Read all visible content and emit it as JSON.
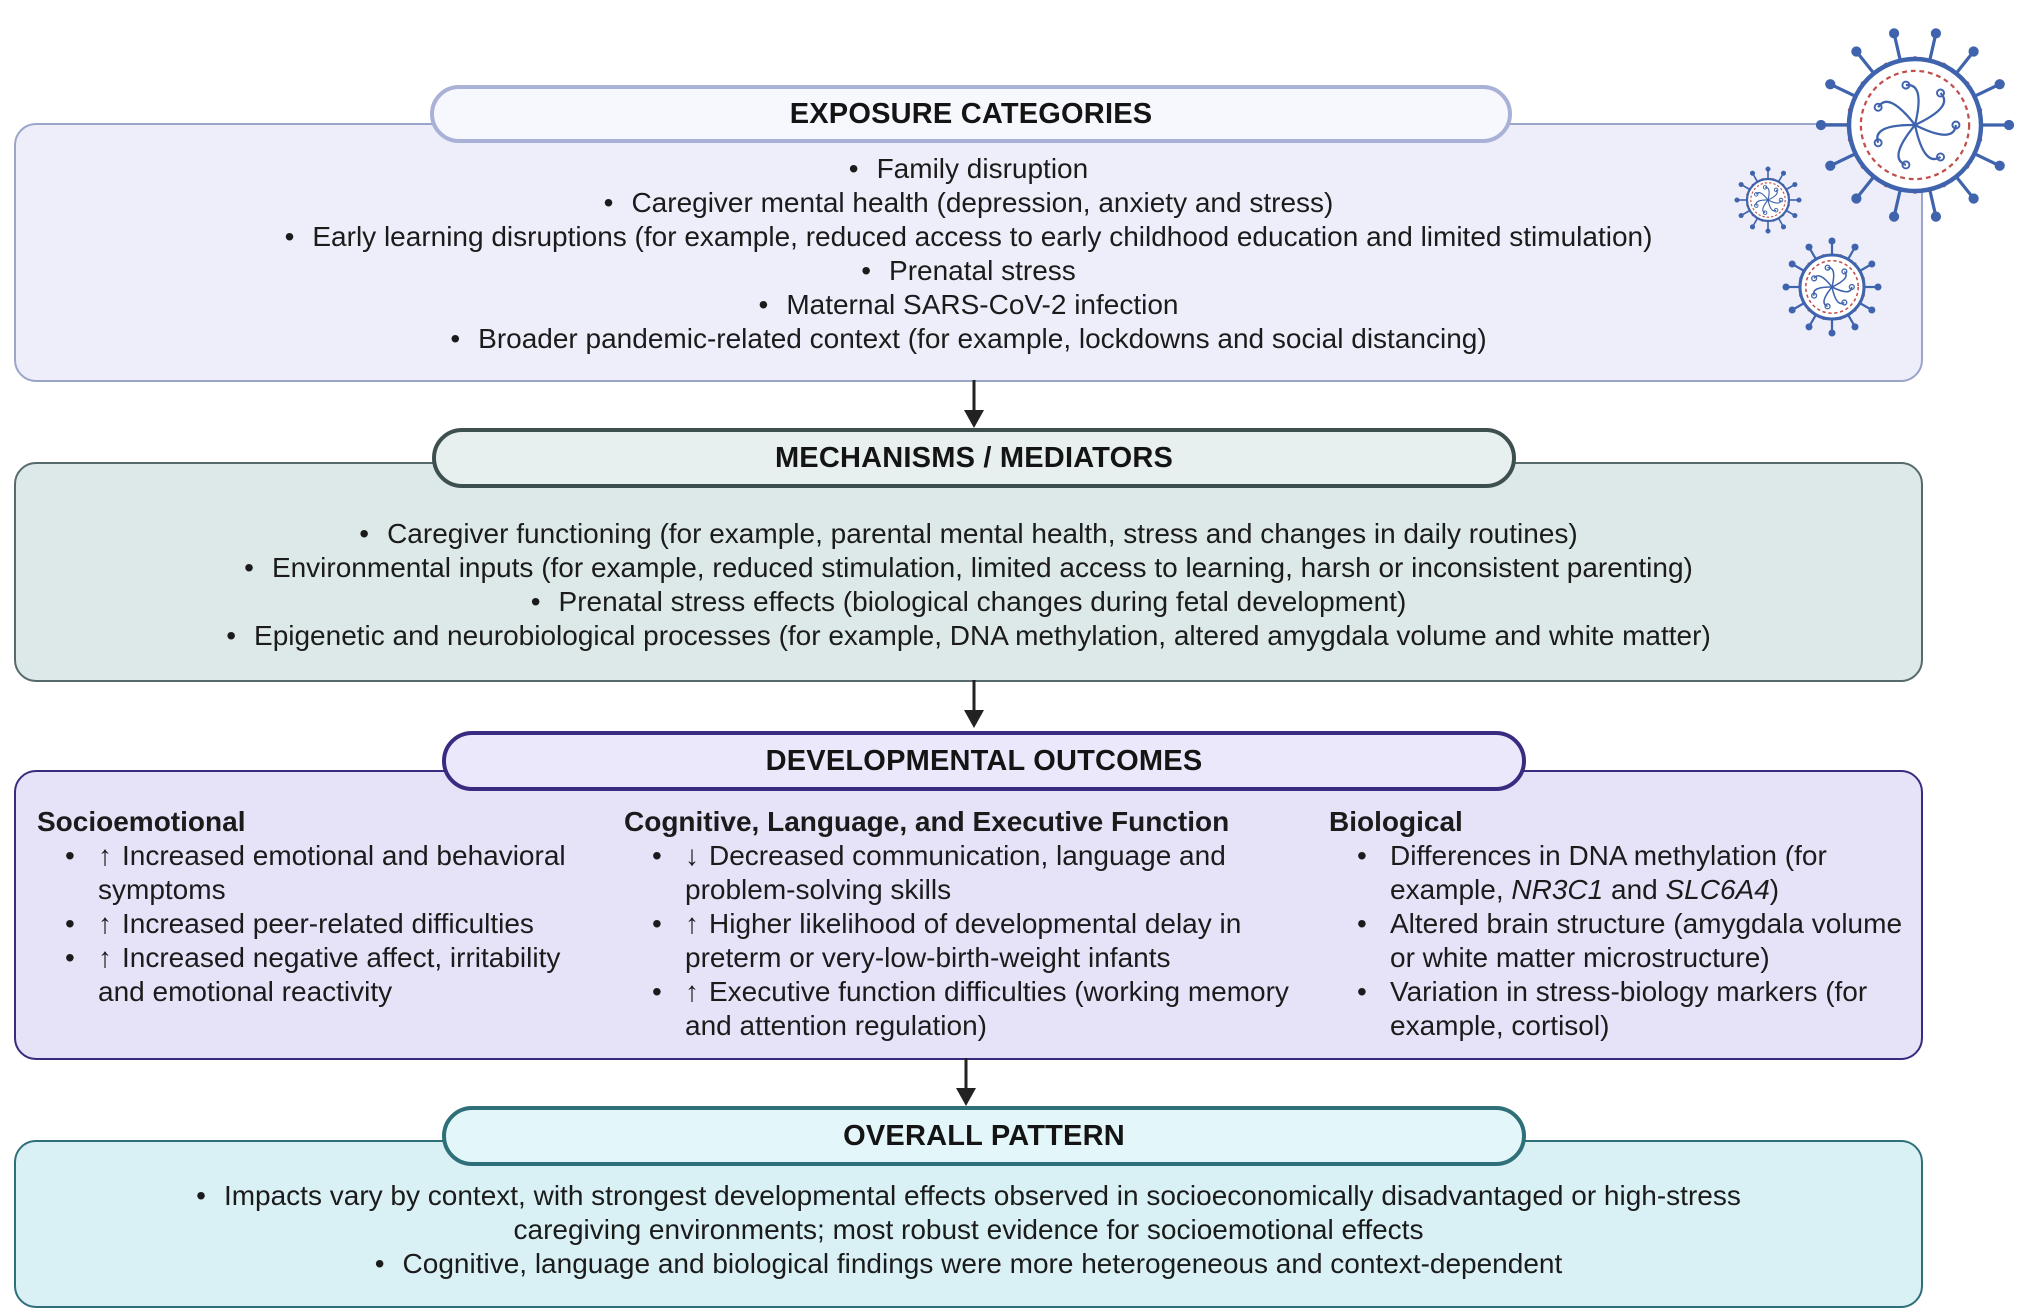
{
  "colors": {
    "exposure_fill": "#eeeefb",
    "exposure_border": "#9ba4c9",
    "mechanisms_fill": "#dde9e8",
    "mechanisms_border": "#3e4f50",
    "outcomes_fill": "#e6e2f8",
    "outcomes_border": "#3a2a80",
    "pattern_fill": "#d9f1f5",
    "pattern_border": "#2e6f79",
    "virus_body": "#3f63ad",
    "virus_spike": "#c0504d"
  },
  "exposure": {
    "title": "EXPOSURE CATEGORIES",
    "items": [
      "Family disruption",
      "Caregiver mental health (depression, anxiety and stress)",
      "Early learning disruptions (for example, reduced access to early childhood education and limited stimulation)",
      "Prenatal stress",
      "Maternal SARS-CoV-2 infection",
      "Broader pandemic-related context (for example, lockdowns and social distancing)"
    ]
  },
  "mechanisms": {
    "title": "MECHANISMS / MEDIATORS",
    "items": [
      "Caregiver functioning (for example, parental mental health, stress and changes in daily routines)",
      "Environmental inputs (for example, reduced stimulation, limited access to learning, harsh or inconsistent parenting)",
      "Prenatal stress effects (biological changes during fetal development)",
      "Epigenetic and neurobiological processes (for example, DNA methylation, altered amygdala volume and white matter)"
    ]
  },
  "outcomes": {
    "title": "DEVELOPMENTAL OUTCOMES",
    "socioemotional": {
      "heading": "Socioemotional",
      "items": [
        {
          "trend": "↑",
          "text": "Increased emotional and behavioral symptoms"
        },
        {
          "trend": "↑",
          "text": "Increased peer-related difficulties"
        },
        {
          "trend": "↑",
          "text": "Increased negative affect, irritability and emotional reactivity"
        }
      ]
    },
    "cognitive": {
      "heading": "Cognitive, Language, and Executive Function",
      "items": [
        {
          "trend": "↓",
          "text": "Decreased communication, language and problem-solving skills"
        },
        {
          "trend": "↑",
          "text": "Higher likelihood of developmental delay in preterm or very-low-birth-weight infants"
        },
        {
          "trend": "↑",
          "text": "Executive function difficulties (working memory and attention regulation)"
        }
      ]
    },
    "biological": {
      "heading": "Biological",
      "item1_prefix": "Differences in DNA methylation (for example, ",
      "item1_gene1": "NR3C1",
      "item1_and": " and ",
      "item1_gene2": "SLC6A4",
      "item1_suffix": ")",
      "item2": "Altered brain structure (amygdala volume or white matter microstructure)",
      "item3": "Variation in stress-biology markers (for example, cortisol)"
    }
  },
  "pattern": {
    "title": "OVERALL PATTERN",
    "item1_line1": "Impacts vary by context, with strongest developmental effects observed in socioeconomically disadvantaged or high-stress",
    "item1_line2": "caregiving environments; most robust evidence for socioemotional effects",
    "item2": "Cognitive, language and biological findings were more heterogeneous and context-dependent"
  },
  "icons": [
    "coronavirus-large-icon",
    "coronavirus-small-icon",
    "coronavirus-medium-icon"
  ]
}
